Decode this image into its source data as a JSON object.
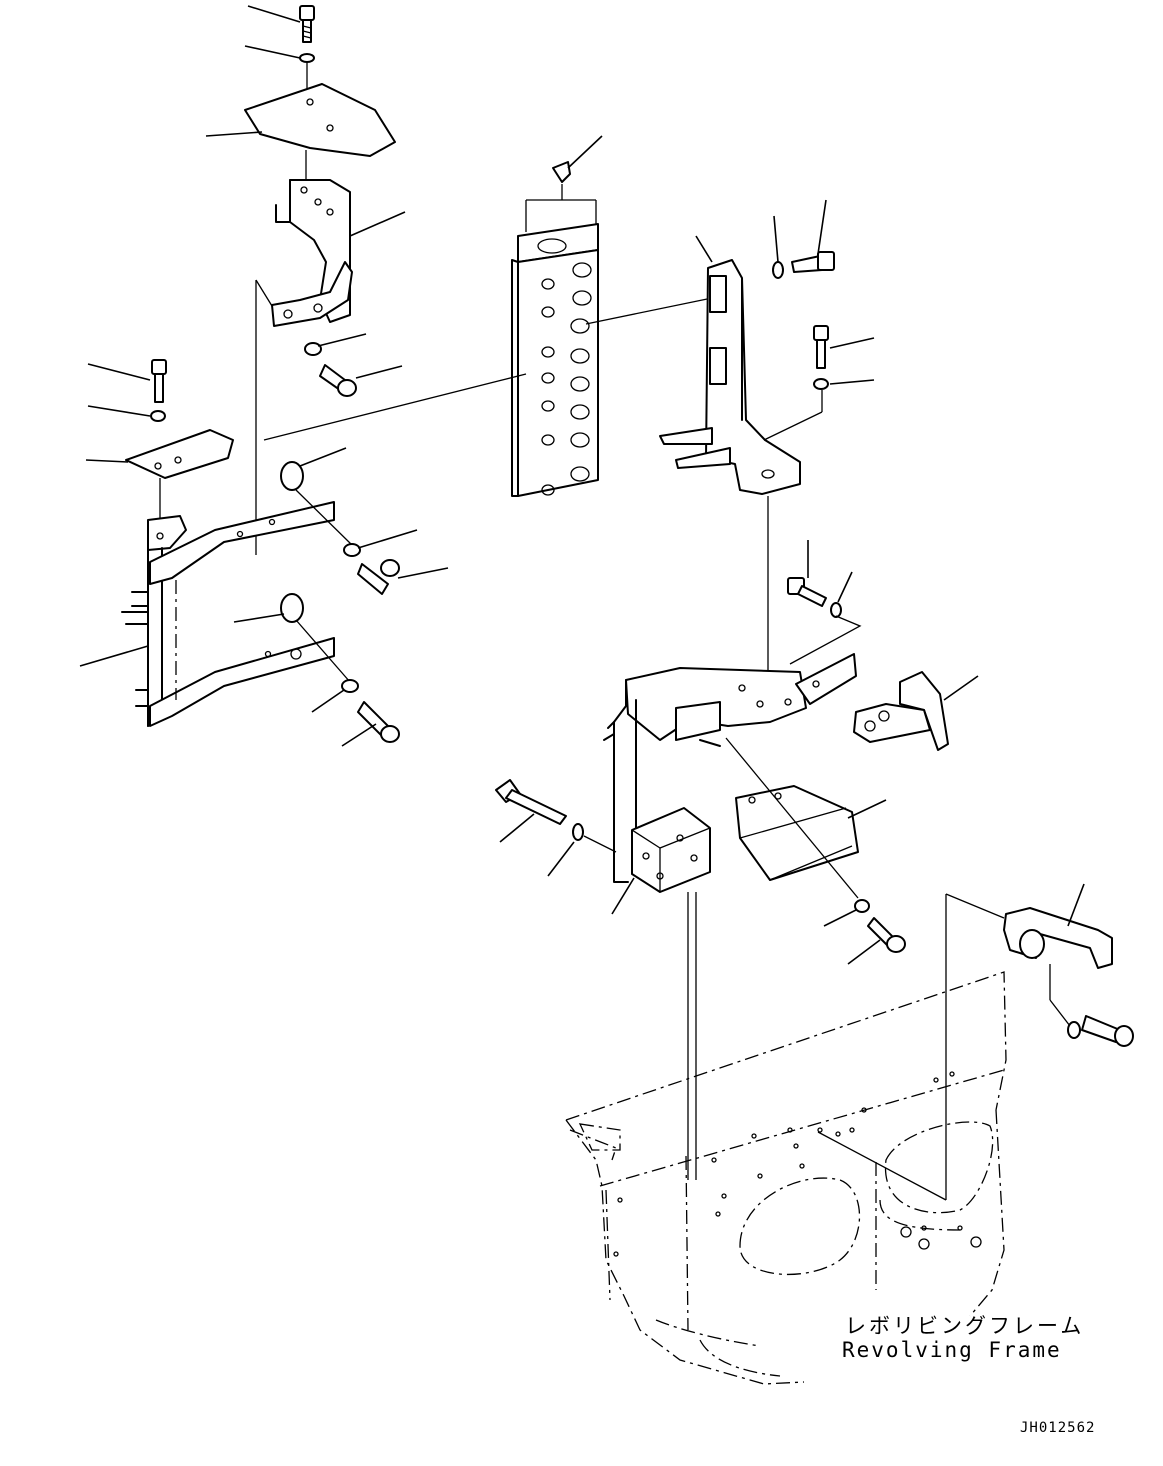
{
  "labels": {
    "revolving_frame_jp": "レボリビングフレーム",
    "revolving_frame_en": "Revolving Frame",
    "drawing_number": "JH012562"
  },
  "colors": {
    "line": "#000000",
    "background": "#ffffff"
  }
}
